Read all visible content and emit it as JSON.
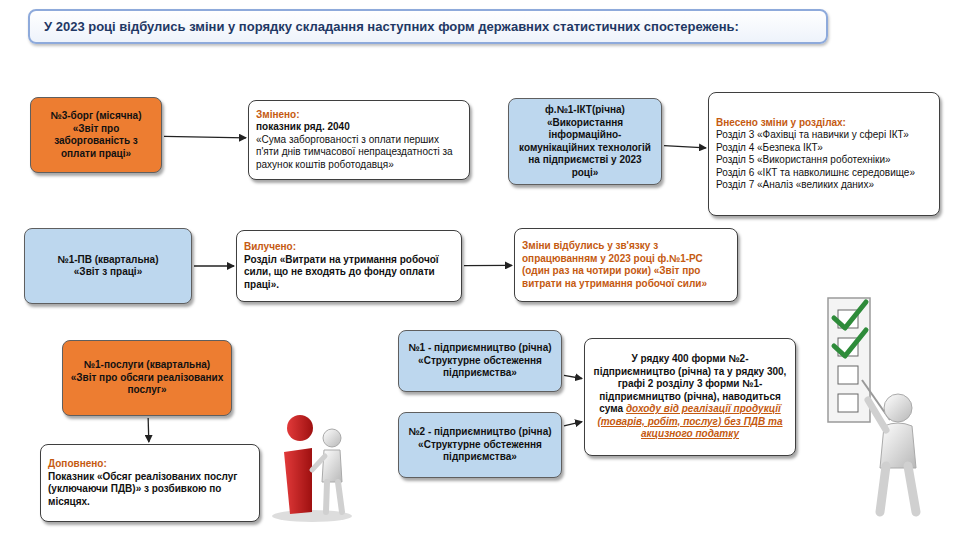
{
  "diagram": {
    "title": "У 2023 році відбулись зміни у порядку складання наступних форм державних статистичних спостережень:",
    "nodes": [
      {
        "text": [
          "№3-борг (місячна)",
          "«Звіт про заборгованість з оплати праці»"
        ]
      },
      {
        "text": [
          "Змінено:",
          "показник ряд. 2040",
          "«Сума заборгованості з оплати перших п'яти днів тимчасової непрацездатності за рахунок коштів роботодавця»"
        ]
      },
      {
        "text": [
          "ф.№1-ІКТ(річна)",
          "«Використання інформаційно-комунікаційних технологій на підприємстві у 2023 році»"
        ]
      },
      {
        "text": [
          "Внесено зміни у розділах:",
          "Розділ 3 «Фахівці та навички у сфері ІКТ»",
          "Розділ 4 «Безпека ІКТ»",
          "Розділ 5 «Використання роботехніки»",
          "Розділ 6 «ІКТ та навколишнє середовище»",
          "Розділ 7 «Аналіз «великих даних»"
        ]
      },
      {
        "text": [
          "№1-ПВ (квартальна)",
          "«Звіт з праці»"
        ]
      },
      {
        "text": [
          "Вилучено:",
          "Розділ «Витрати на утримання робочої сили, що не входять до фонду оплати праці»."
        ]
      },
      {
        "text": [
          "Зміни відбулись у зв'язку з опрацюванням у 2023 році ф.№1-РС (один раз на чотири роки) «Звіт про витрати на утримання робочої сили»"
        ]
      },
      {
        "text": [
          "№1-послуги (квартальна)",
          "«Звіт про обсяги реалізованих послуг»"
        ]
      },
      {
        "text": [
          "Доповнено:",
          "Показник «Обсяг реалізованих послуг (уключаючи ПДВ)» з розбивкою по місяцях."
        ]
      },
      {
        "text": [
          "№1 - підприємництво (річна)",
          "«Структурне обстеження підприємства»"
        ]
      },
      {
        "text": [
          "№2 - підприємництво (річна)",
          "«Структурне обстеження підприємства»"
        ]
      },
      {
        "text": [
          "У рядку 400 форми №2-підприємництво (річна) та у рядку 300, графі 2 розділу 3 форми №1-підприємництво (річна), наводиться сума",
          "доходу від реалізації продукції (товарів, робіт, послуг) без ПДВ та акцизного податку"
        ]
      }
    ],
    "edges": [
      {
        "from": 0,
        "to": 1,
        "arrow": "to"
      },
      {
        "from": 2,
        "to": 3,
        "arrow": "to"
      },
      {
        "from": 4,
        "to": 5,
        "arrow": "to"
      },
      {
        "from": 5,
        "to": 6,
        "arrow": "to"
      },
      {
        "from": 7,
        "to": 8,
        "arrow": "to"
      },
      {
        "from": 9,
        "to": 11,
        "arrow": "to"
      },
      {
        "from": 10,
        "to": 11,
        "arrow": "to"
      }
    ]
  }
}
